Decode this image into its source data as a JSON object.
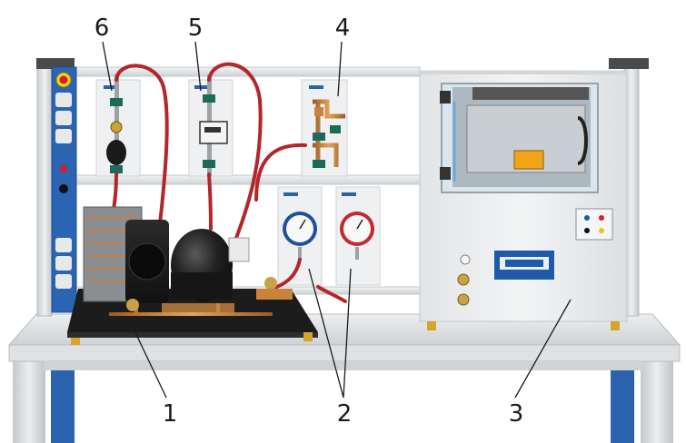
{
  "callouts": {
    "c1": "1",
    "c2": "2",
    "c3": "3",
    "c4": "4",
    "c5": "5",
    "c6": "6"
  },
  "colors": {
    "frame": "#d9dcdf",
    "table_top": "#e2e4e6",
    "table_leg": "#1f5ea8",
    "control_panel": "#2c64b4",
    "refrigerant_line": "#b3262b",
    "copper": "#c8843c",
    "compressor": "#1b1b1b",
    "cabinet": "#eceeef",
    "brand_plate": "#1e5aa8"
  }
}
